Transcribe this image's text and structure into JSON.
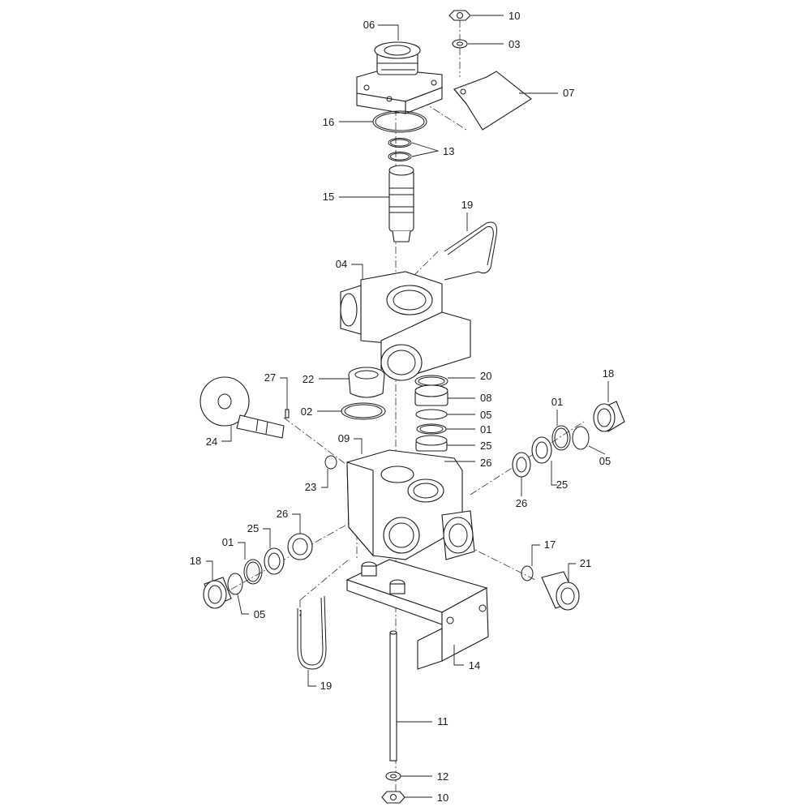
{
  "diagram": {
    "colors": {
      "line": "#1a1a1a",
      "background": "#ffffff"
    },
    "callouts": [
      {
        "id": "c06",
        "text": "06"
      },
      {
        "id": "c10a",
        "text": "10"
      },
      {
        "id": "c03",
        "text": "03"
      },
      {
        "id": "c07",
        "text": "07"
      },
      {
        "id": "c16",
        "text": "16"
      },
      {
        "id": "c13",
        "text": "13"
      },
      {
        "id": "c15",
        "text": "15"
      },
      {
        "id": "c19a",
        "text": "19"
      },
      {
        "id": "c04",
        "text": "04"
      },
      {
        "id": "c27",
        "text": "27"
      },
      {
        "id": "c22",
        "text": "22"
      },
      {
        "id": "c20",
        "text": "20"
      },
      {
        "id": "c18a",
        "text": "18"
      },
      {
        "id": "c08",
        "text": "08"
      },
      {
        "id": "c02",
        "text": "02"
      },
      {
        "id": "c05a",
        "text": "05"
      },
      {
        "id": "c01a",
        "text": "01"
      },
      {
        "id": "c01b",
        "text": "01"
      },
      {
        "id": "c24",
        "text": "24"
      },
      {
        "id": "c09",
        "text": "09"
      },
      {
        "id": "c25a",
        "text": "25"
      },
      {
        "id": "c05b",
        "text": "05"
      },
      {
        "id": "c26a",
        "text": "26"
      },
      {
        "id": "c23",
        "text": "23"
      },
      {
        "id": "c25b",
        "text": "25"
      },
      {
        "id": "c26b",
        "text": "26"
      },
      {
        "id": "c26c",
        "text": "26"
      },
      {
        "id": "c25c",
        "text": "25"
      },
      {
        "id": "c01c",
        "text": "01"
      },
      {
        "id": "c17",
        "text": "17"
      },
      {
        "id": "c18b",
        "text": "18"
      },
      {
        "id": "c21",
        "text": "21"
      },
      {
        "id": "c05c",
        "text": "05"
      },
      {
        "id": "c14",
        "text": "14"
      },
      {
        "id": "c19b",
        "text": "19"
      },
      {
        "id": "c11",
        "text": "11"
      },
      {
        "id": "c12",
        "text": "12"
      },
      {
        "id": "c10b",
        "text": "10"
      }
    ]
  }
}
